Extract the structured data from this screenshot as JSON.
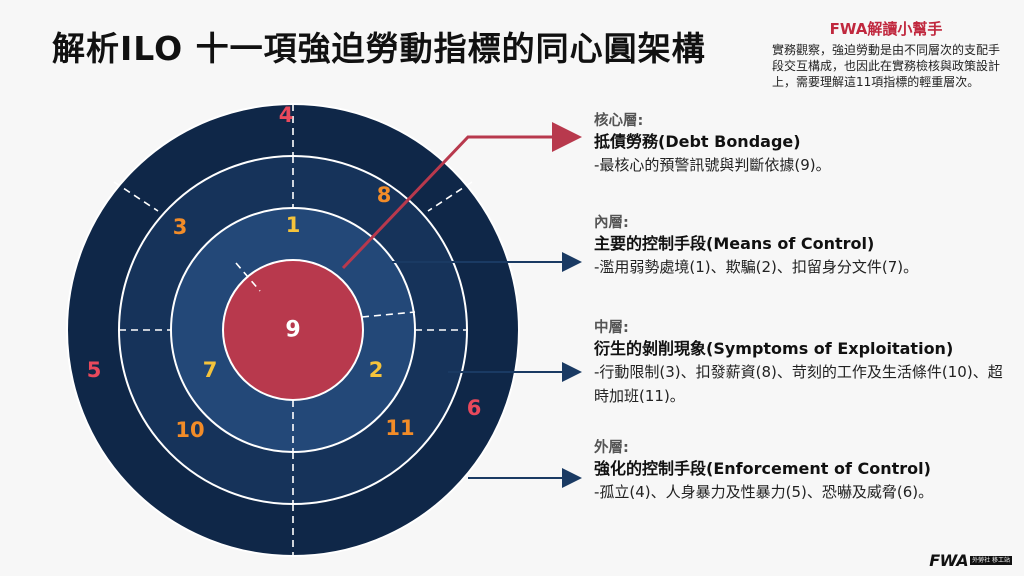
{
  "title": "解析ILO  十一項強迫勞動指標的同心圓架構",
  "helper": {
    "title": "FWA解讀小幫手",
    "body": "實務觀察，強迫勞動是由不同層次的支配手段交互構成，也因此在實務檢核與政策設計上，需要理解這11項指標的輕重層次。"
  },
  "rings": {
    "core": "9",
    "inner": [
      "1",
      "7",
      "2"
    ],
    "middle": [
      "3",
      "8",
      "10",
      "11"
    ],
    "outer": [
      "4",
      "5",
      "6"
    ]
  },
  "layers": [
    {
      "name": "核心層:",
      "heading": "抵債勞務(Debt Bondage)",
      "desc": "-最核心的預警訊號與判斷依據(9)。"
    },
    {
      "name": "內層:",
      "heading": "主要的控制手段(Means of Control)",
      "desc": "-濫用弱勢處境(1)、欺騙(2)、扣留身分文件(7)。"
    },
    {
      "name": "中層:",
      "heading": "衍生的剝削現象(Symptoms of Exploitation)",
      "desc": "-行動限制(3)、扣發薪資(8)、苛刻的工作及生活條件(10)、超時加班(11)。"
    },
    {
      "name": "外層:",
      "heading": "強化的控制手段(Enforcement of Control)",
      "desc": "-孤立(4)、人身暴力及性暴力(5)、恐嚇及威脅(6)。"
    }
  ],
  "colors": {
    "outer": "#0f2748",
    "middle": "#1a3a63",
    "inner": "#27507f",
    "core": "#b8394d",
    "accent_red": "#c0283e",
    "num_outer": "#e8495c",
    "num_mid": "#f28c28",
    "num_inner": "#f5c33b"
  },
  "logo": {
    "text": "FWA",
    "box": "外勞社 移工站"
  }
}
